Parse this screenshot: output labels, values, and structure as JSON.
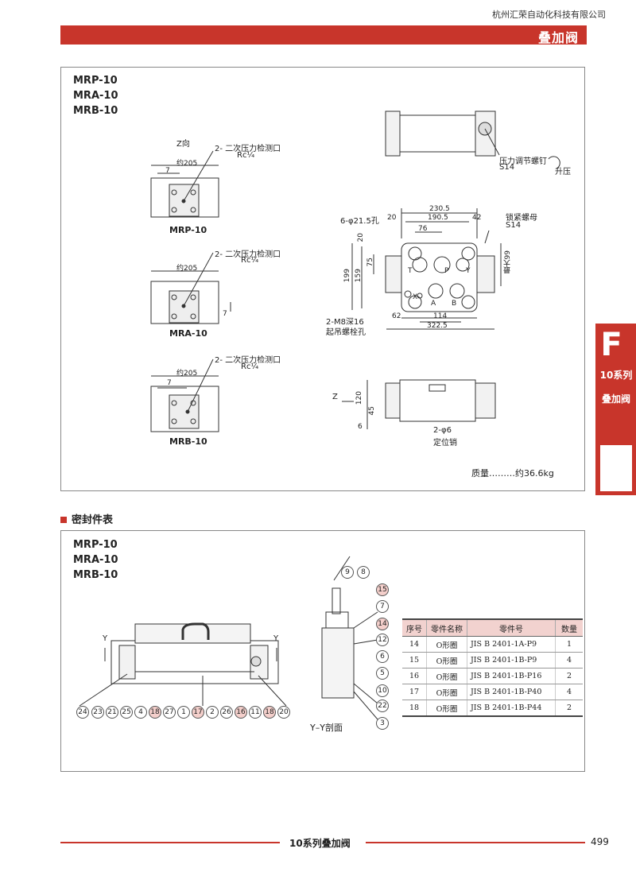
{
  "header": {
    "company": "杭州汇荣自动化科技有限公司",
    "title": "叠加阀"
  },
  "dimension_box": {
    "models": [
      "MRP-10",
      "MRA-10",
      "MRB-10"
    ],
    "views": {
      "z_label": "Z向",
      "mrp": {
        "name": "MRP-10",
        "port_note": "2- 二次压力检测口",
        "port_rc": "Rc¼",
        "width": "约205",
        "offset": "7"
      },
      "mra": {
        "name": "MRA-10",
        "port_note": "2- 二次压力检测口",
        "port_rc": "Rc¼",
        "width": "约205",
        "offset": "7"
      },
      "mrb": {
        "name": "MRB-10",
        "port_note": "2- 二次压力检测口",
        "port_rc": "Rc¼",
        "width": "约205",
        "offset": "7"
      }
    },
    "top_view": {
      "adjust_screw": "压力调节螺钉",
      "s14": "S14",
      "raise": "升压"
    },
    "front_view": {
      "d230": "230.5",
      "d190": "190.5",
      "d20": "20",
      "d42": "42",
      "d76": "76",
      "holes": "6-φ21.5孔",
      "lock_nut": "锁紧螺母",
      "lock_s14": "S14",
      "max99": "最大99",
      "d199": "199",
      "d159": "159",
      "d75": "75",
      "d20v": "20",
      "d62": "62",
      "d114": "114",
      "d322": "322.5",
      "m8": "2-M8深16",
      "lift_bolt": "起吊螺栓孔",
      "ports": [
        "T",
        "P",
        "Y",
        "X",
        "A",
        "B"
      ]
    },
    "side_view": {
      "z": "Z",
      "d120": "120",
      "d45": "45",
      "d6": "6",
      "pins": "2-φ6",
      "pin_label": "定位销"
    },
    "mass": "质量………约36.6kg"
  },
  "side_tab": {
    "letter": "F",
    "series": "10系列",
    "name": "叠加阀"
  },
  "seal_section": {
    "heading": "密封件表",
    "models": [
      "MRP-10",
      "MRA-10",
      "MRB-10"
    ],
    "section_label": "Y–Y剖面",
    "y_mark": "Y",
    "table": {
      "headers": [
        "序号",
        "零件名称",
        "零件号",
        "数量"
      ],
      "rows": [
        [
          "14",
          "O形圈",
          "JIS B 2401-1A-P9",
          "1"
        ],
        [
          "15",
          "O形圈",
          "JIS B 2401-1B-P9",
          "4"
        ],
        [
          "16",
          "O形圈",
          "JIS B 2401-1B-P16",
          "2"
        ],
        [
          "17",
          "O形圈",
          "JIS B 2401-1B-P40",
          "4"
        ],
        [
          "18",
          "O形圈",
          "JIS B 2401-1B-P44",
          "2"
        ]
      ]
    },
    "bottom_callouts": [
      "24",
      "23",
      "21",
      "25",
      "4",
      "18",
      "27",
      "1",
      "17",
      "2",
      "26",
      "16",
      "11",
      "18",
      "20"
    ],
    "right_callouts": [
      "9",
      "8",
      "15",
      "7",
      "14",
      "12",
      "6",
      "5",
      "10",
      "22",
      "3"
    ]
  },
  "footer": {
    "title": "10系列叠加阀",
    "page": "499"
  }
}
